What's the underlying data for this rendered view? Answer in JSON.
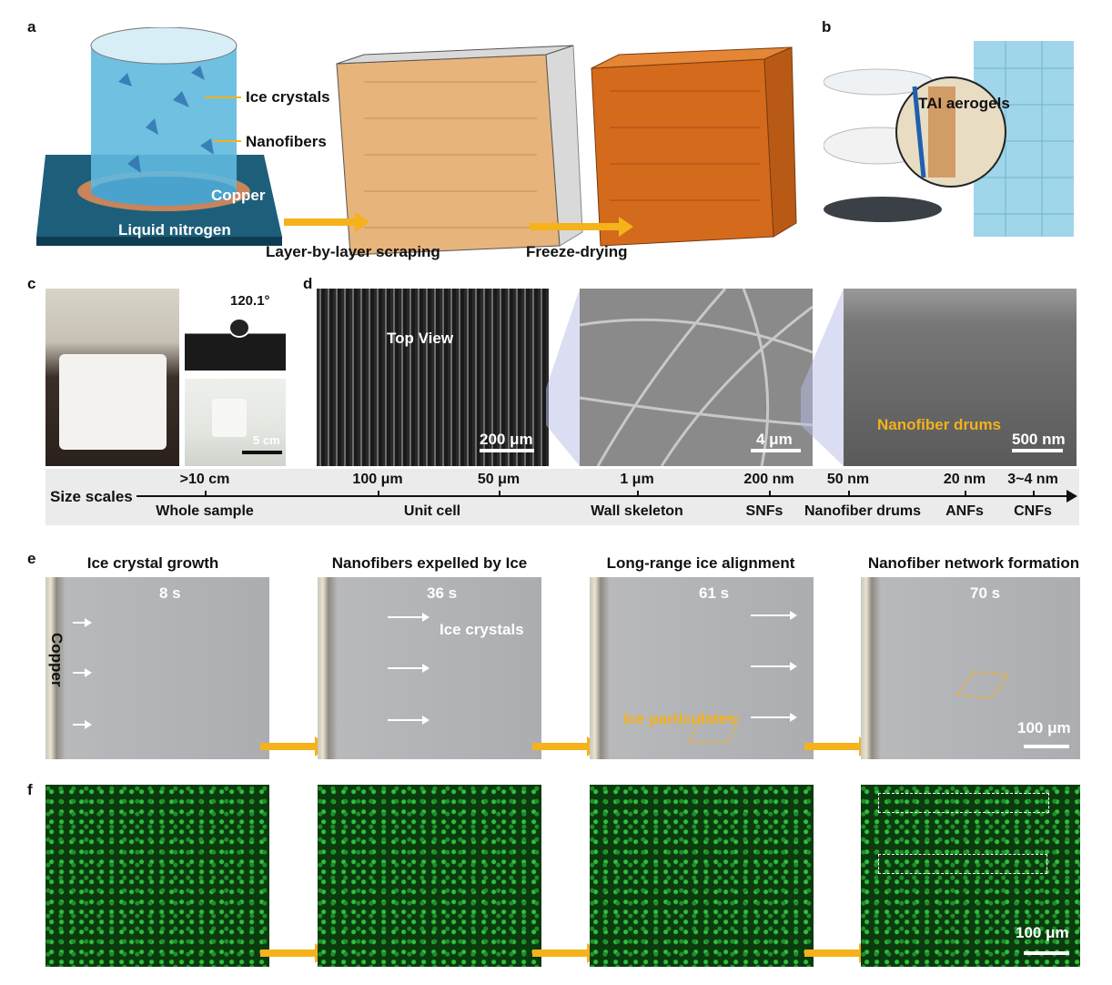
{
  "panels": {
    "a": "a",
    "b": "b",
    "c": "c",
    "d": "d",
    "e": "e",
    "f": "f"
  },
  "panel_a": {
    "ice_crystals": "Ice crystals",
    "nanofibers": "Nanofibers",
    "copper": "Copper",
    "liquid_nitrogen": "Liquid nitrogen",
    "step1": "Layer-by-layer scraping",
    "step2": "Freeze-drying"
  },
  "panel_b": {
    "label": "TAI aerogels"
  },
  "panel_c": {
    "angle": "120.1°",
    "scale": "5 cm"
  },
  "panel_d": {
    "top_view": "Top View",
    "scale1": "200 μm",
    "scale2": "4 μm",
    "scale3": "500 nm",
    "drums": "Nanofiber drums"
  },
  "size_scale": {
    "title": "Size scales",
    "ticks": [
      ">10 cm",
      "100 μm",
      "50 μm",
      "1 μm",
      "200 nm",
      "50 nm",
      "20 nm",
      "3~4 nm"
    ],
    "names": [
      "Whole sample",
      "Unit cell",
      "Wall skeleton",
      "SNFs",
      "Nanofiber drums",
      "ANFs",
      "CNFs"
    ]
  },
  "panel_e": {
    "titles": [
      "Ice crystal growth",
      "Nanofibers expelled by Ice",
      "Long-range ice alignment",
      "Nanofiber network formation"
    ],
    "times": [
      "8 s",
      "36 s",
      "61 s",
      "70 s"
    ],
    "copper": "Copper",
    "ice_crystals": "Ice crystals",
    "ice_particulates": "Ice particulates",
    "scale": "100 μm"
  },
  "panel_f": {
    "scale": "100 μm"
  },
  "colors": {
    "accent": "#f5b21b",
    "fluor": "#2ec33c"
  }
}
